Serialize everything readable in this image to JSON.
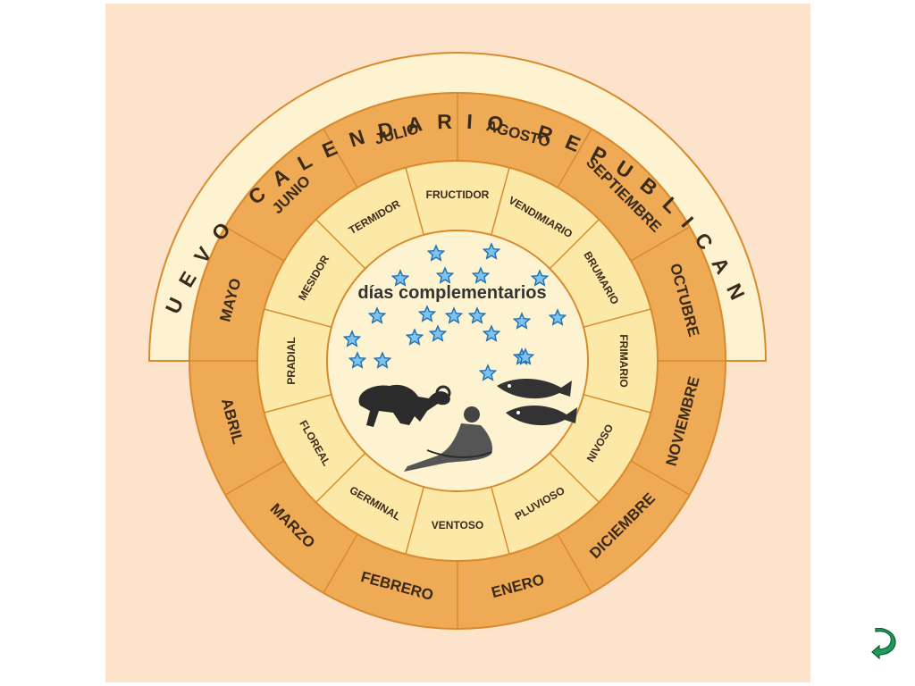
{
  "title": "NUEVO CALENDARIO REPUBLICANO",
  "center_label": "días complementarios",
  "months_gregorian": [
    "AGOSTO",
    "SEPTIEMBRE",
    "OCTUBRE",
    "NOVIEMBRE",
    "DICIEMBRE",
    "ENERO",
    "FEBRERO",
    "MARZO",
    "ABRIL",
    "MAYO",
    "JUNIO",
    "JULIO"
  ],
  "months_republican": [
    "FRUCTIDOR",
    "VENDIMIARIO",
    "BRUMARIO",
    "FRIMARIO",
    "NIVOSO",
    "PLUVIOSO",
    "VENTOSO",
    "GERMINAL",
    "FLOREAL",
    "PRADIAL",
    "MESIDOR",
    "TERMIDOR"
  ],
  "center_zodiac_signs": [
    "Aries",
    "Pisces",
    "Aquarius"
  ],
  "star_count": 21,
  "colors": {
    "background": "#fde2cc",
    "outer_ring": "#eeaa55",
    "inner_ring": "#fce9a8",
    "center": "#fdf3d0",
    "title_band": "#fdf3d0",
    "ring_stroke": "#d98a2c",
    "text": "#3a2a1a",
    "star_fill": "#7ec3ee",
    "star_stroke": "#1f6fb2",
    "return_icon": "#1e9a5a"
  },
  "icons": {
    "return": "return-arrow-icon",
    "star": "star-icon"
  }
}
